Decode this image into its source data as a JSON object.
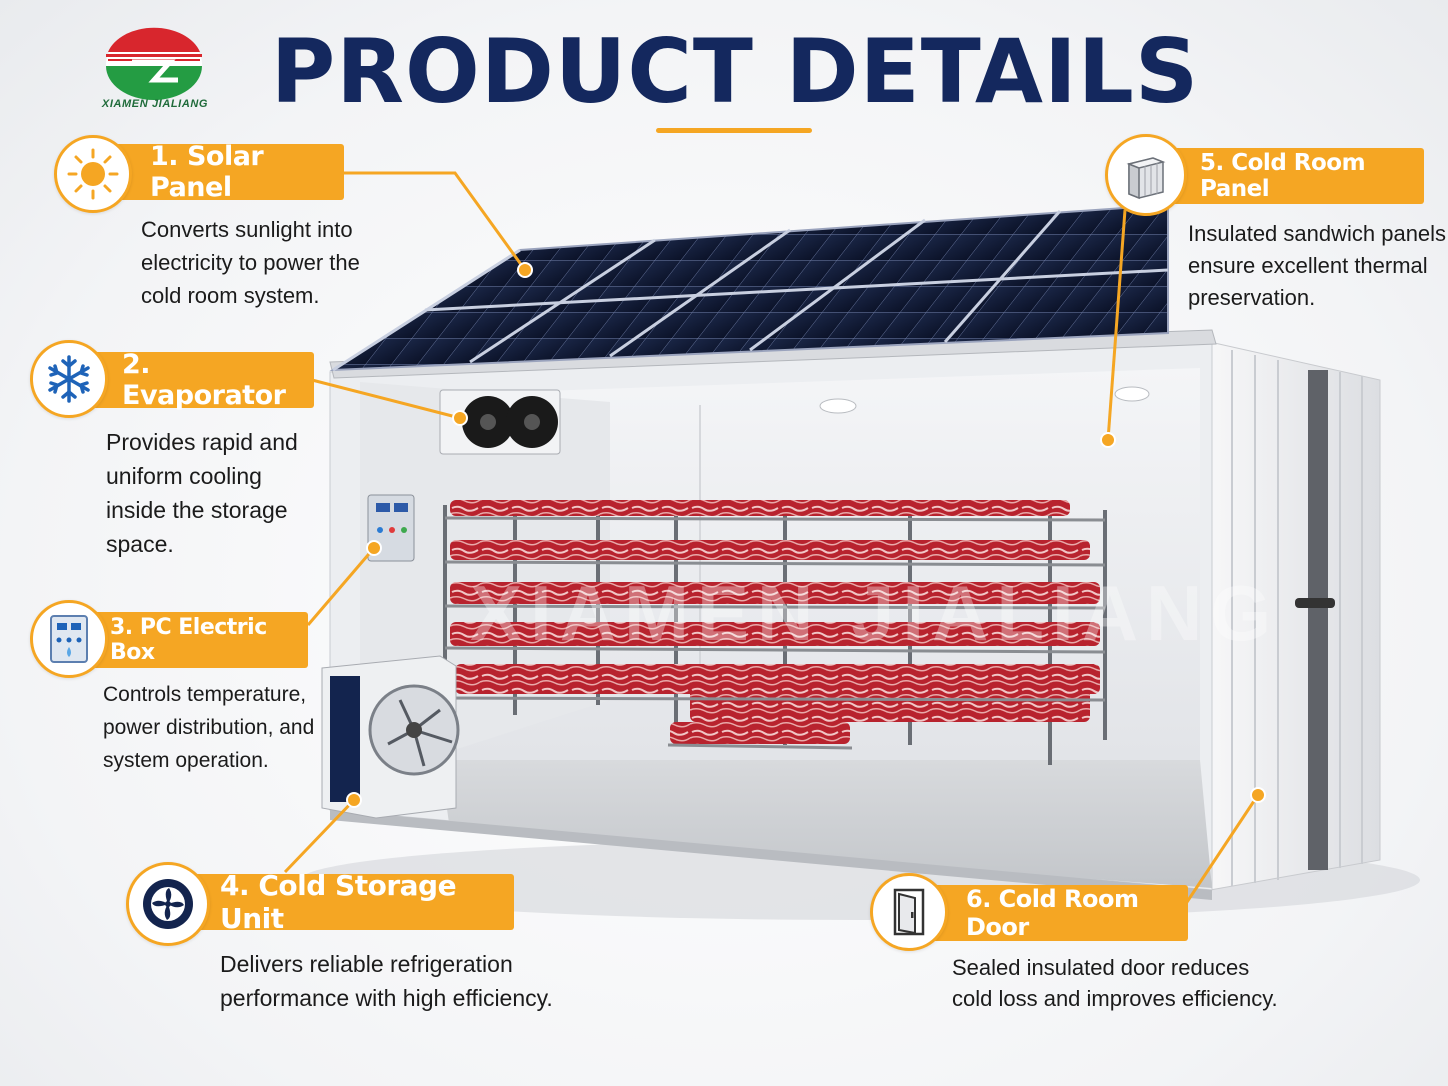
{
  "brand": {
    "logo_text": "XIAMEN JIALIANG"
  },
  "title": "PRODUCT DETAILS",
  "watermark": "XIAMEN JIALIANG",
  "colors": {
    "accent": "#f5a623",
    "title": "#14285e",
    "text": "#1b1b1b"
  },
  "callouts": [
    {
      "label": "1. Solar Panel",
      "icon": "sun-icon",
      "desc": [
        "Converts sunlight into",
        "electricity to power the",
        "cold room system."
      ]
    },
    {
      "label": "2. Evaporator",
      "icon": "snowflake-icon",
      "desc": [
        "Provides rapid and",
        "uniform cooling",
        "inside the storage",
        "space."
      ]
    },
    {
      "label": "3. PC Electric Box",
      "icon": "electric-box-icon",
      "desc": [
        "Controls temperature,",
        "power distribution, and",
        "system operation."
      ]
    },
    {
      "label": "4. Cold Storage Unit",
      "icon": "fan-icon",
      "desc": [
        "Delivers reliable refrigeration",
        "performance with high efficiency."
      ]
    },
    {
      "label": "5. Cold Room Panel",
      "icon": "panel-icon",
      "desc": [
        "Insulated sandwich panels",
        "ensure excellent thermal",
        "preservation."
      ]
    },
    {
      "label": "6. Cold Room Door",
      "icon": "door-icon",
      "desc": [
        "Sealed insulated door reduces",
        "cold loss and improves efficiency."
      ]
    }
  ]
}
